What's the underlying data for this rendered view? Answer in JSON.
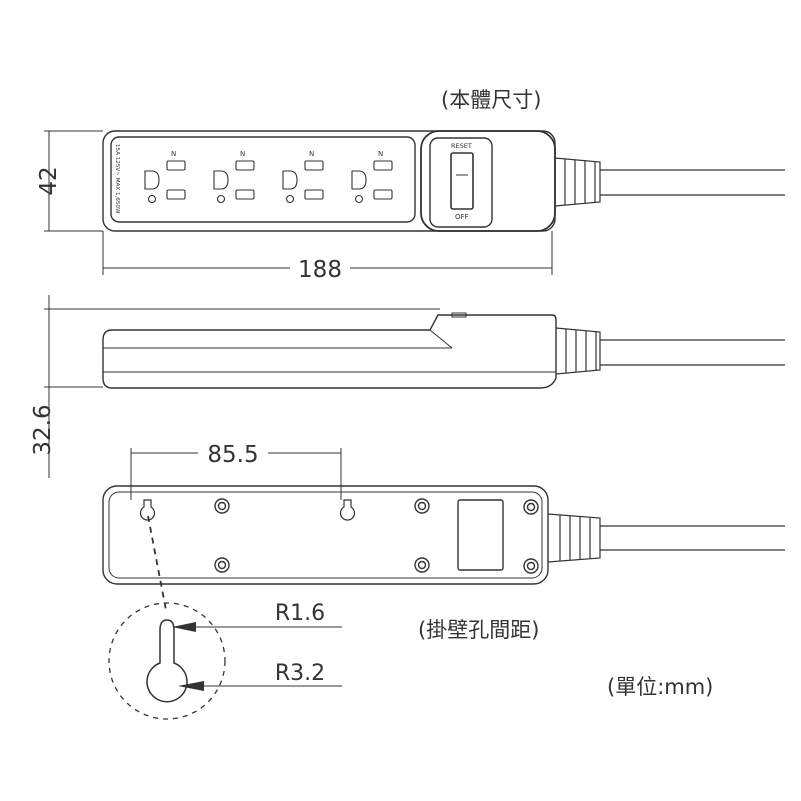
{
  "labels": {
    "body_size_heading": "(本體尺寸)",
    "mount_hole_heading": "(掛壁孔間距)",
    "unit_note": "(單位:mm)"
  },
  "dimensions": {
    "height": "42",
    "length": "188",
    "thickness": "32.6",
    "hole_spacing": "85.5",
    "radius_small": "R1.6",
    "radius_large": "R3.2"
  },
  "device_text": {
    "reset": "RESET",
    "off": "OFF",
    "rating": "15A 125V~ MAX 1,650W"
  },
  "colors": {
    "line": "#333333",
    "dimension": "#555555",
    "background": "#ffffff"
  }
}
